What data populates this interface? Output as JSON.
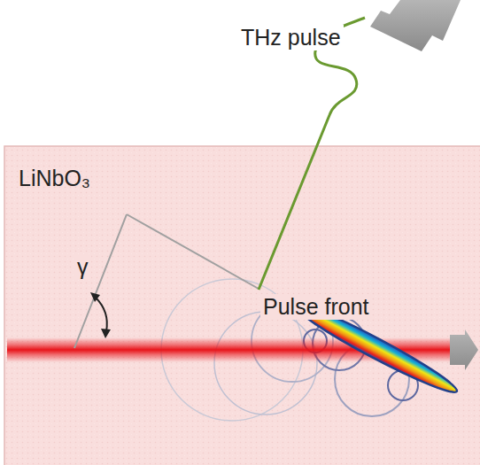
{
  "diagram": {
    "nodes": [
      {
        "text": [
          "LiNbO₃"
        ]
      }
    ],
    "labels": [
      "THz pulse",
      "Pulse front",
      "γ"
    ]
  }
}
